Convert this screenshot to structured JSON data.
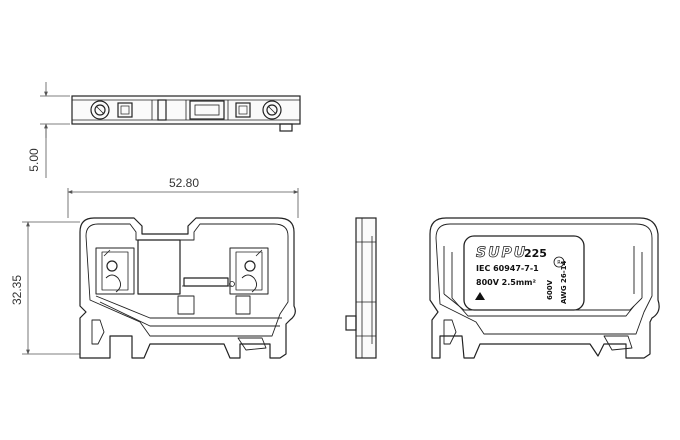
{
  "dimensions": {
    "thickness": "5.00",
    "length": "52.80",
    "height": "32.35"
  },
  "label": {
    "brand": "SUPU",
    "model": "225",
    "standard": "IEC 60947-7-1",
    "rating": "800V 2.5mm²",
    "ul_rating": "600V",
    "awg_range": "AWG 26-14"
  },
  "colors": {
    "line": "#222222",
    "dimension": "#555555",
    "background": "#ffffff"
  }
}
